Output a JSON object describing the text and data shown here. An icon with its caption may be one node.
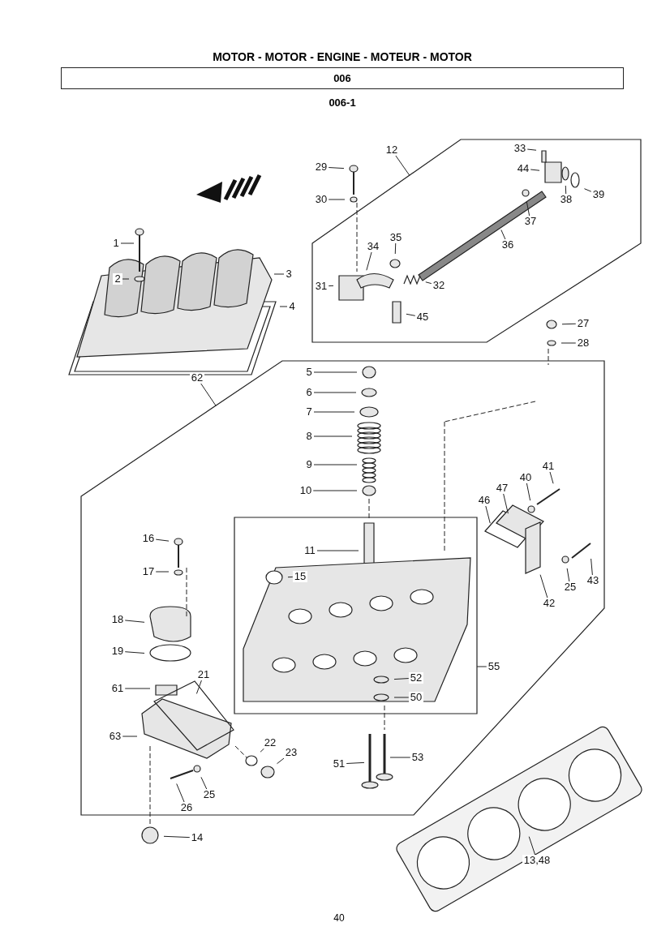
{
  "diagram": {
    "title": "MOTOR - MOTOR - ENGINE - MOTEUR - MOTOR",
    "nodes": [
      {
        "text": [
          "006"
        ]
      },
      {
        "text": [],
        "shape": "box"
      },
      {
        "text": [],
        "shape": "box"
      },
      {
        "text": [],
        "shape": "box",
        "in": 2
      },
      {
        "text": [
          "12"
        ]
      },
      {
        "text": [
          "33"
        ],
        "in": 1
      },
      {
        "text": [
          "29"
        ]
      },
      {
        "text": [
          "44"
        ],
        "in": 1
      },
      {
        "text": [
          "39"
        ],
        "in": 1
      },
      {
        "text": [
          "38"
        ],
        "in": 1
      },
      {
        "text": [
          "30"
        ]
      },
      {
        "text": [
          "37"
        ],
        "in": 1
      },
      {
        "text": [
          "36"
        ],
        "in": 1
      },
      {
        "text": [
          "1"
        ]
      },
      {
        "text": [
          "35"
        ],
        "in": 1
      },
      {
        "text": [
          "34"
        ],
        "in": 1
      },
      {
        "text": [
          "3"
        ]
      },
      {
        "text": [
          "2"
        ]
      },
      {
        "text": [
          "31"
        ],
        "in": 1
      },
      {
        "text": [
          "32"
        ],
        "in": 1
      },
      {
        "text": [
          "4"
        ]
      },
      {
        "text": [
          "45"
        ],
        "in": 1
      },
      {
        "text": [
          "27"
        ]
      },
      {
        "text": [
          "28"
        ]
      },
      {
        "text": [
          "5"
        ],
        "in": 2
      },
      {
        "text": [
          "62"
        ]
      },
      {
        "text": [
          "6"
        ],
        "in": 2
      },
      {
        "text": [
          "7"
        ],
        "in": 2
      },
      {
        "text": [
          "8"
        ],
        "in": 2
      },
      {
        "text": [
          "9"
        ],
        "in": 2
      },
      {
        "text": [
          "41"
        ],
        "in": 2
      },
      {
        "text": [
          "40"
        ],
        "in": 2
      },
      {
        "text": [
          "47"
        ],
        "in": 2
      },
      {
        "text": [
          "10"
        ],
        "in": 2
      },
      {
        "text": [
          "46"
        ],
        "in": 2
      },
      {
        "text": [
          "16"
        ],
        "in": 2
      },
      {
        "text": [
          "11"
        ],
        "in": 3
      },
      {
        "text": [
          "17"
        ],
        "in": 2
      },
      {
        "text": [
          "15"
        ],
        "in": 3
      },
      {
        "text": [
          "43"
        ],
        "in": 2
      },
      {
        "text": [
          "25"
        ],
        "in": 2
      },
      {
        "text": [
          "42"
        ],
        "in": 2
      },
      {
        "text": [
          "18"
        ],
        "in": 2
      },
      {
        "text": [
          "19"
        ],
        "in": 2
      },
      {
        "text": [
          "55"
        ],
        "in": 2
      },
      {
        "text": [
          "21"
        ],
        "in": 2
      },
      {
        "text": [
          "52"
        ],
        "in": 3
      },
      {
        "text": [
          "61"
        ],
        "in": 2
      },
      {
        "text": [
          "50"
        ],
        "in": 3
      },
      {
        "text": [
          "63"
        ],
        "in": 2
      },
      {
        "text": [
          "22"
        ],
        "in": 2
      },
      {
        "text": [
          "23"
        ],
        "in": 2
      },
      {
        "text": [
          "51"
        ],
        "in": 2
      },
      {
        "text": [
          "53"
        ],
        "in": 2
      },
      {
        "text": [
          "25"
        ],
        "in": 2
      },
      {
        "text": [
          "26"
        ],
        "in": 2
      },
      {
        "text": [
          "14"
        ]
      },
      {
        "text": [
          "13,48"
        ]
      }
    ],
    "edges": [
      {
        "from": 4,
        "to": 1,
        "arrow": "none"
      },
      {
        "from": 5,
        "to": null,
        "arrow": "none"
      },
      {
        "from": 6,
        "to": null,
        "arrow": "none"
      },
      {
        "from": 7,
        "to": null,
        "arrow": "none"
      },
      {
        "from": 8,
        "to": null,
        "arrow": "none"
      },
      {
        "from": 9,
        "to": null,
        "arrow": "none"
      },
      {
        "from": 10,
        "to": null,
        "arrow": "none"
      },
      {
        "from": 11,
        "to": null,
        "arrow": "none"
      },
      {
        "from": 12,
        "to": null,
        "arrow": "none"
      },
      {
        "from": 13,
        "to": null,
        "arrow": "none"
      },
      {
        "from": 14,
        "to": null,
        "arrow": "none"
      },
      {
        "from": 15,
        "to": null,
        "arrow": "none"
      },
      {
        "from": 16,
        "to": null,
        "arrow": "none"
      },
      {
        "from": 17,
        "to": null,
        "arrow": "none"
      },
      {
        "from": 18,
        "to": null,
        "arrow": "none"
      },
      {
        "from": 19,
        "to": null,
        "arrow": "none"
      },
      {
        "from": 20,
        "to": null,
        "arrow": "none"
      },
      {
        "from": 21,
        "to": null,
        "arrow": "none"
      },
      {
        "from": 22,
        "to": null,
        "arrow": "none"
      },
      {
        "from": 23,
        "to": null,
        "arrow": "none"
      },
      {
        "from": 24,
        "to": null,
        "arrow": "none"
      },
      {
        "from": 25,
        "to": 2,
        "arrow": "none"
      },
      {
        "from": 26,
        "to": null,
        "arrow": "none"
      },
      {
        "from": 27,
        "to": null,
        "arrow": "none"
      },
      {
        "from": 28,
        "to": null,
        "arrow": "none"
      },
      {
        "from": 29,
        "to": null,
        "arrow": "none"
      },
      {
        "from": 30,
        "to": null,
        "arrow": "none"
      },
      {
        "from": 31,
        "to": null,
        "arrow": "none"
      },
      {
        "from": 32,
        "to": null,
        "arrow": "none"
      },
      {
        "from": 33,
        "to": null,
        "arrow": "none"
      },
      {
        "from": 34,
        "to": null,
        "arrow": "none"
      },
      {
        "from": 35,
        "to": null,
        "arrow": "none"
      },
      {
        "from": 36,
        "to": null,
        "arrow": "none"
      },
      {
        "from": 37,
        "to": null,
        "arrow": "none"
      },
      {
        "from": 38,
        "to": null,
        "arrow": "none"
      },
      {
        "from": 39,
        "to": null,
        "arrow": "none"
      },
      {
        "from": 40,
        "to": null,
        "arrow": "none"
      },
      {
        "from": 41,
        "to": null,
        "arrow": "none"
      },
      {
        "from": 42,
        "to": null,
        "arrow": "none"
      },
      {
        "from": 43,
        "to": null,
        "arrow": "none"
      },
      {
        "from": 44,
        "to": 3,
        "arrow": "none"
      },
      {
        "from": 45,
        "to": null,
        "arrow": "none"
      },
      {
        "from": 46,
        "to": null,
        "arrow": "none"
      },
      {
        "from": 47,
        "to": null,
        "arrow": "none"
      },
      {
        "from": 48,
        "to": null,
        "arrow": "none"
      },
      {
        "from": 49,
        "to": null,
        "arrow": "none"
      },
      {
        "from": 50,
        "to": null,
        "arrow": "none"
      },
      {
        "from": 51,
        "to": null,
        "arrow": "none"
      },
      {
        "from": 52,
        "to": null,
        "arrow": "none"
      },
      {
        "from": 53,
        "to": null,
        "arrow": "none"
      },
      {
        "from": 54,
        "to": null,
        "arrow": "none"
      },
      {
        "from": 55,
        "to": null,
        "arrow": "none"
      },
      {
        "from": 56,
        "to": null,
        "arrow": "none"
      },
      {
        "from": 57,
        "to": null,
        "arrow": "none"
      }
    ],
    "labels": [
      "006-1",
      "40"
    ]
  }
}
